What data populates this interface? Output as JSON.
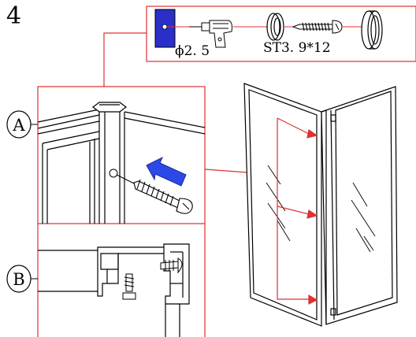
{
  "step_number": "4",
  "tools_strip": {
    "drill_bit_label": "ϕ2. 5",
    "screw_label": "ST3. 9*12"
  },
  "detail_labels": {
    "a": "A",
    "b": "B"
  },
  "colors": {
    "callout_red": "#e03030",
    "arrow_blue": "#2c49e8",
    "tool_blue": "#2a2fc9"
  },
  "icons": [
    "wall-plate-icon",
    "drill-icon",
    "ring-washer-icon",
    "screw-icon",
    "cap-icon",
    "screw-large-icon",
    "blue-arrow-icon"
  ]
}
